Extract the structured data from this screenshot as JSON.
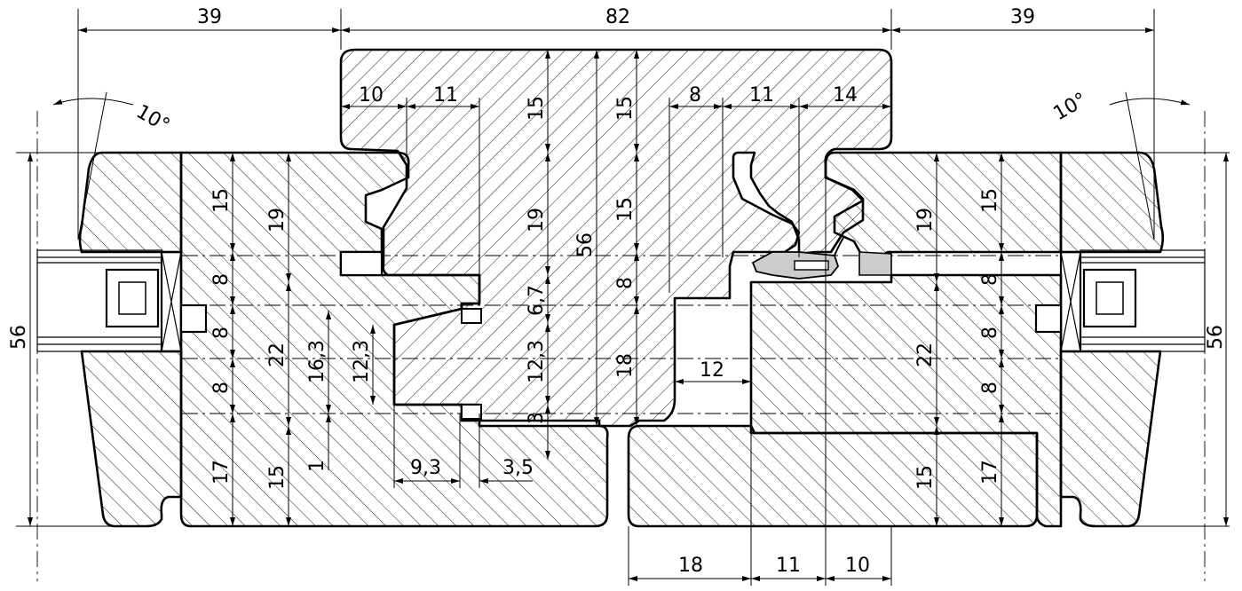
{
  "drawing": {
    "top_dims": {
      "left": "39",
      "center": "82",
      "right": "39"
    },
    "angles": {
      "left": "10°",
      "right": "10°"
    },
    "overall_height": {
      "left": "56",
      "right": "56",
      "center": "56"
    },
    "sash_top_dims": {
      "a": "10",
      "b": "11",
      "c": "8",
      "d": "11",
      "e": "14"
    },
    "left_vertical": {
      "a": "15",
      "b": "8",
      "c": "8",
      "d": "8",
      "e": "17"
    },
    "left_inner_vertical": {
      "a": "19",
      "b": "22",
      "c": "15"
    },
    "left_detail": {
      "a": "16,3",
      "b": "12,3",
      "c": "1"
    },
    "center_vertical": {
      "a": "15",
      "b": "19",
      "c": "6,7",
      "d": "12,3",
      "e": "3"
    },
    "mid_vertical": {
      "a": "15",
      "b": "15",
      "c": "8",
      "d": "18"
    },
    "gap": "12",
    "bottom_left": {
      "a": "9,3",
      "b": "3,5"
    },
    "bottom_dims": {
      "a": "18",
      "b": "11",
      "c": "10"
    },
    "right_inner_vertical": {
      "a": "19",
      "b": "22",
      "c": "15"
    },
    "right_vertical": {
      "a": "15",
      "b": "8",
      "c": "8",
      "d": "8",
      "e": "17"
    }
  }
}
